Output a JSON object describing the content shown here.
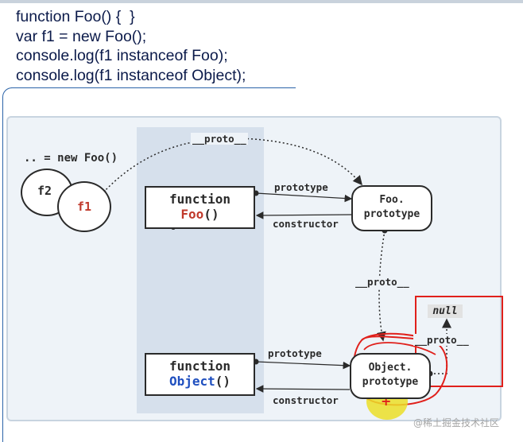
{
  "code": {
    "line1": "function Foo() {  }",
    "line2": "var f1 = new Foo();",
    "line3": "console.log(f1 instanceof Foo);",
    "line4": "console.log(f1 instanceof Object);"
  },
  "diagram": {
    "new_foo_label": ".. = new Foo()",
    "f2_label": "f2",
    "f1_label": "f1",
    "foo_fn": {
      "keyword": "function",
      "name": "Foo",
      "parens": "()"
    },
    "object_fn": {
      "keyword": "function",
      "name": "Object",
      "parens": "()"
    },
    "foo_prototype": {
      "line1": "Foo.",
      "line2": "prototype"
    },
    "object_prototype": {
      "line1": "Object.",
      "line2": "prototype"
    },
    "labels": {
      "proto_top": "__proto__",
      "proto_mid": "__proto__",
      "proto_null": "__proto__",
      "prototype_foo": "prototype",
      "constructor_foo": "constructor",
      "prototype_object": "prototype",
      "constructor_object": "constructor"
    },
    "null_label": "null"
  },
  "annotations": {
    "plus": "+"
  },
  "watermark": "@稀土掘金技术社区",
  "colors": {
    "code_text": "#0b1a4a",
    "diagram_bg": "#eef3f8",
    "function_column": "#d6e0ec",
    "foo_name": "#c0392b",
    "object_name": "#1f4fbf",
    "annotation_red": "#e0201b",
    "highlight_yellow": "#ebde28"
  }
}
